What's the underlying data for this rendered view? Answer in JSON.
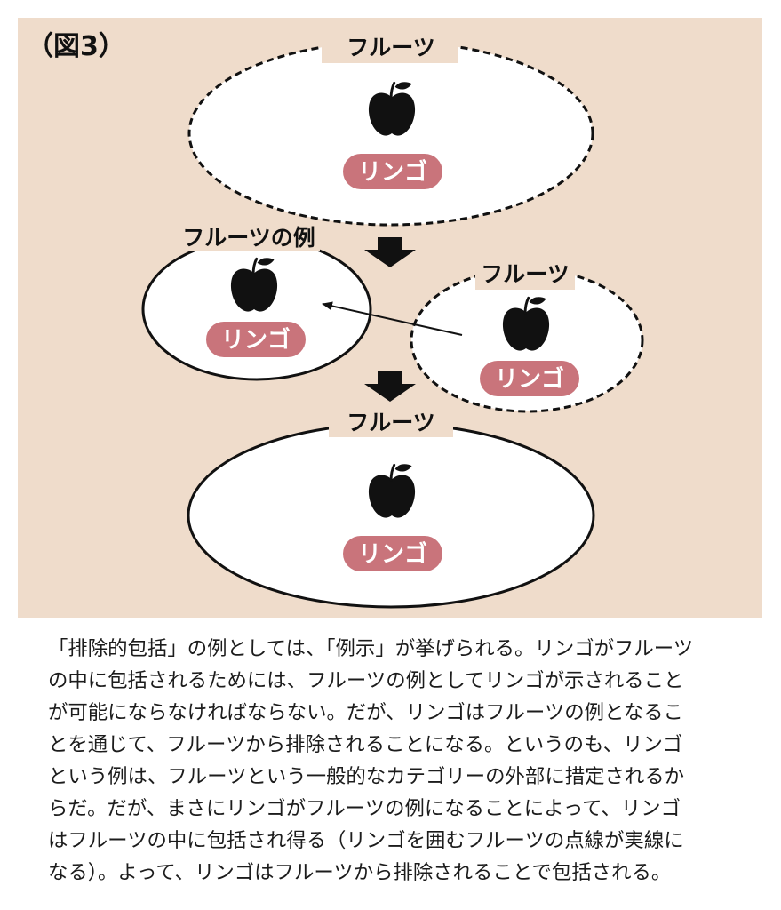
{
  "figure": {
    "label": "（図3）",
    "colors": {
      "panel_background": "#efdccb",
      "badge": "#c9747b",
      "badge_text": "#ffffff",
      "ellipse_fill": "#ffffff",
      "stroke": "#111111"
    },
    "stages": [
      {
        "category_label": "フルーツ",
        "item_label": "リンゴ",
        "item_icon": "apple-icon",
        "outline": "dashed"
      },
      {
        "category_label": "フルーツの例",
        "item_label": "リンゴ",
        "item_icon": "apple-icon",
        "outline": "solid"
      },
      {
        "category_label": "フルーツ",
        "item_label": "リンゴ",
        "item_icon": "apple-icon",
        "outline": "dashed"
      },
      {
        "category_label": "フルーツ",
        "item_label": "リンゴ",
        "item_icon": "apple-icon",
        "outline": "solid"
      }
    ]
  },
  "caption": {
    "lines": [
      "「排除的包括」の例としては、「例示」が挙げられる。リンゴがフルーツ",
      "の中に包括されるためには、フルーツの例としてリンゴが示されること",
      "が可能にならなければならない。だが、リンゴはフルーツの例となるこ",
      "とを通じて、フルーツから排除されることになる。というのも、リンゴ",
      "という例は、フルーツという一般的なカテゴリーの外部に措定されるか",
      "らだ。だが、まさにリンゴがフルーツの例になることによって、リンゴ",
      "はフルーツの中に包括され得る（リンゴを囲むフルーツの点線が実線に",
      "なる）。よって、リンゴはフルーツから排除されることで包括される。"
    ]
  }
}
